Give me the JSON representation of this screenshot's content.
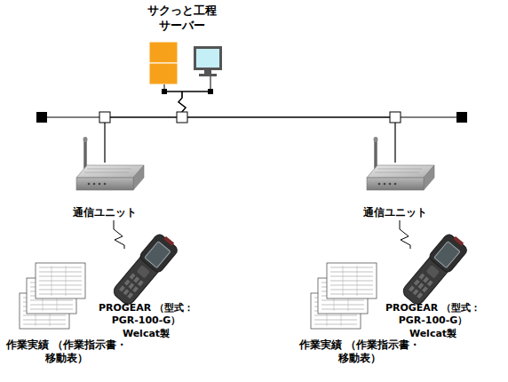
{
  "diagram": {
    "nodes": [
      {
        "text": [
          "サクっと工程 サーバー"
        ]
      },
      {
        "text": [
          "通信ユニット"
        ]
      },
      {
        "text": [
          "PROGEAR （型式：PGR-100-G） Welcat製"
        ]
      },
      {
        "text": [
          "作業実績 （作業指示書・移動表）"
        ]
      },
      {
        "text": [
          "通信ユニット"
        ]
      },
      {
        "text": [
          "PROGEAR （型式：PGR-100-G） Welcat製"
        ]
      },
      {
        "text": [
          "作業実績 （作業指示書・移動表）"
        ]
      }
    ],
    "edges": [
      {
        "from": 0,
        "to": 1,
        "arrow": "none"
      },
      {
        "from": 0,
        "to": 4,
        "arrow": "none"
      },
      {
        "from": 1,
        "to": 2,
        "arrow": "none"
      },
      {
        "from": 4,
        "to": 5,
        "arrow": "none"
      }
    ]
  }
}
